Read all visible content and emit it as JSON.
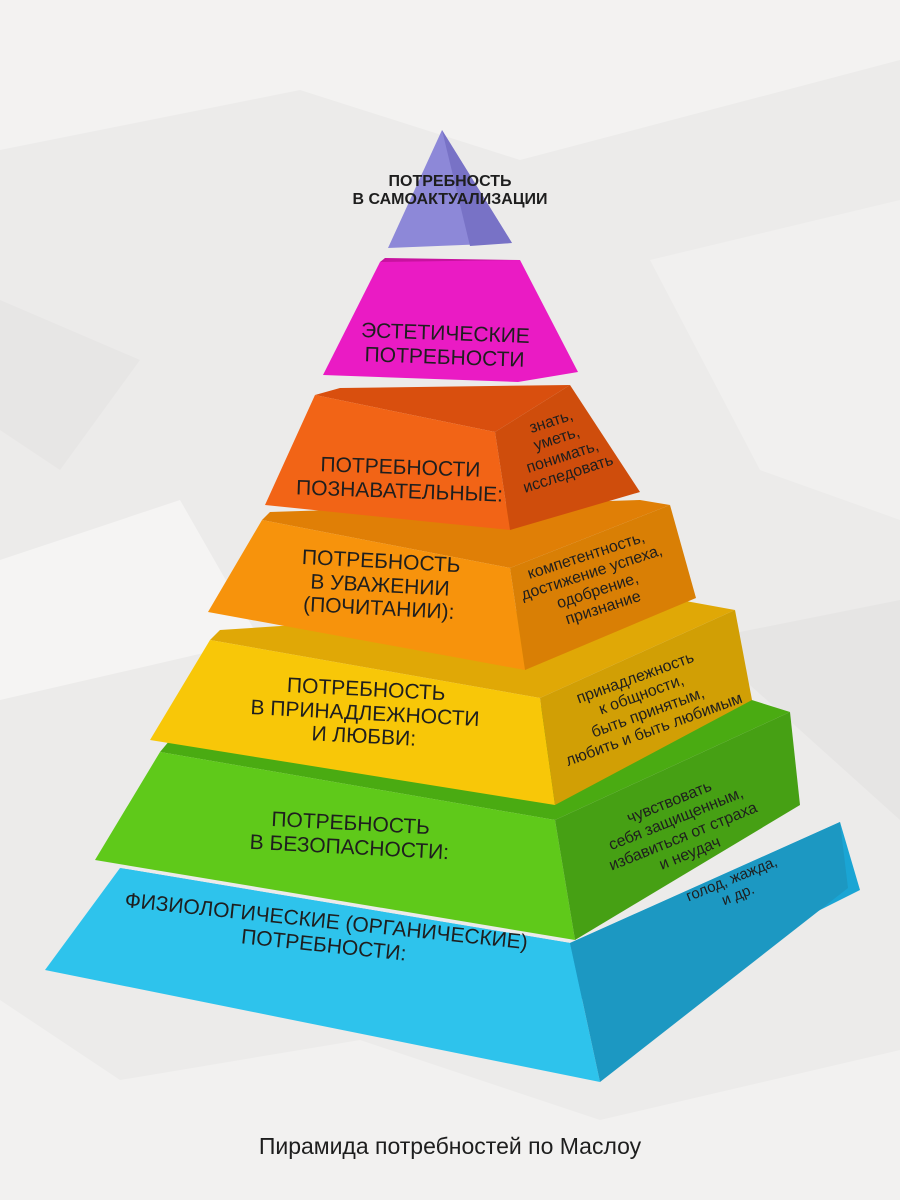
{
  "pyramid": {
    "top": {
      "label": "ПОТРЕБНОСТЬ\nВ САМОАКТУАЛИЗАЦИИ",
      "color": "#8d88d8"
    },
    "aesthetic": {
      "label": "ЭСТЕТИЧЕСКИЕ\nПОТРЕБНОСТИ",
      "color": "#ea1bc4"
    },
    "cognitive": {
      "label": "ПОТРЕБНОСТИ\nПОЗНАВАТЕЛЬНЫЕ:",
      "description": "знать,\nуметь,\nпонимать,\nисследовать",
      "color": "#f26416"
    },
    "esteem": {
      "label": "ПОТРЕБНОСТЬ\nВ УВАЖЕНИИ\n(ПОЧИТАНИИ):",
      "description": "компетентность,\nдостижение успеха,\nодобрение,\nпризнание",
      "color": "#f7930c"
    },
    "love": {
      "label": "ПОТРЕБНОСТЬ\nВ ПРИНАДЛЕЖНОСТИ\nИ ЛЮБВИ:",
      "description": "принадлежность\nк общности,\nбыть принятым,\nлюбить и быть любимым",
      "color": "#f8c708"
    },
    "safety": {
      "label": "ПОТРЕБНОСТЬ\nВ БЕЗОПАСНОСТИ:",
      "description": "чувствовать\nсебя защищенным,\nизбавиться от страха\nи неудач",
      "color": "#5fc91a"
    },
    "physiological": {
      "label": "ФИЗИОЛОГИЧЕСКИЕ (ОРГАНИЧЕСКИЕ)\nПОТРЕБНОСТИ:",
      "description": "голод, жажда,\nи др.",
      "color": "#2ec3ec"
    }
  },
  "caption": "Пирамида потребностей по Маслоу"
}
